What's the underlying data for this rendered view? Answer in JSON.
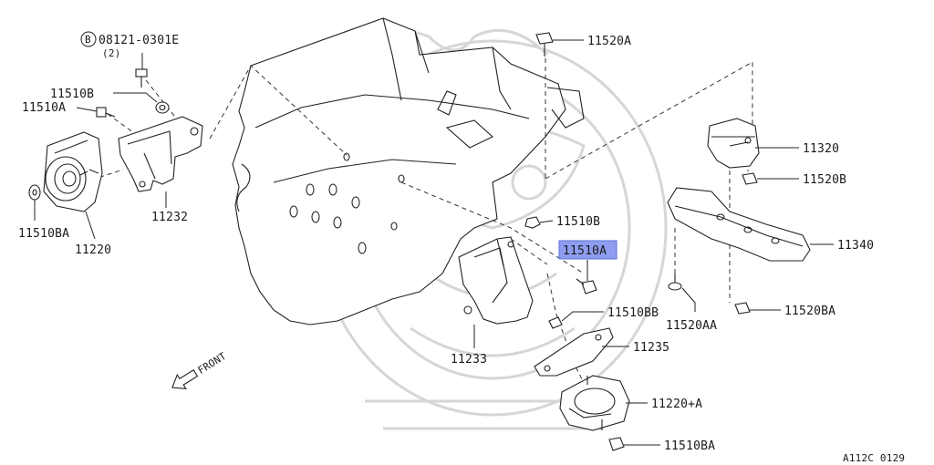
{
  "diagram": {
    "page_code": "A112C 0129",
    "front_label": "FRONT",
    "highlight_color": "#8f9df0",
    "callouts": [
      {
        "id": "p08121",
        "text": "08121-0301E",
        "note": "(2)",
        "badge": "B"
      },
      {
        "id": "p11510B_left",
        "text": "11510B"
      },
      {
        "id": "p11510A_left",
        "text": "11510A"
      },
      {
        "id": "p11510BA_left",
        "text": "11510BA"
      },
      {
        "id": "p11220",
        "text": "11220"
      },
      {
        "id": "p11232",
        "text": "11232"
      },
      {
        "id": "p11520A",
        "text": "11520A"
      },
      {
        "id": "p11320",
        "text": "11320"
      },
      {
        "id": "p11520B",
        "text": "11520B"
      },
      {
        "id": "p11340",
        "text": "11340"
      },
      {
        "id": "p11520AA",
        "text": "11520AA"
      },
      {
        "id": "p11520BA",
        "text": "11520BA"
      },
      {
        "id": "p11510B_center",
        "text": "11510B"
      },
      {
        "id": "p11510A_center",
        "text": "11510A",
        "highlighted": true
      },
      {
        "id": "p11510BB",
        "text": "11510BB"
      },
      {
        "id": "p11235",
        "text": "11235"
      },
      {
        "id": "p11233",
        "text": "11233"
      },
      {
        "id": "p11220A",
        "text": "11220+A"
      },
      {
        "id": "p11510BA_right",
        "text": "11510BA"
      }
    ]
  }
}
